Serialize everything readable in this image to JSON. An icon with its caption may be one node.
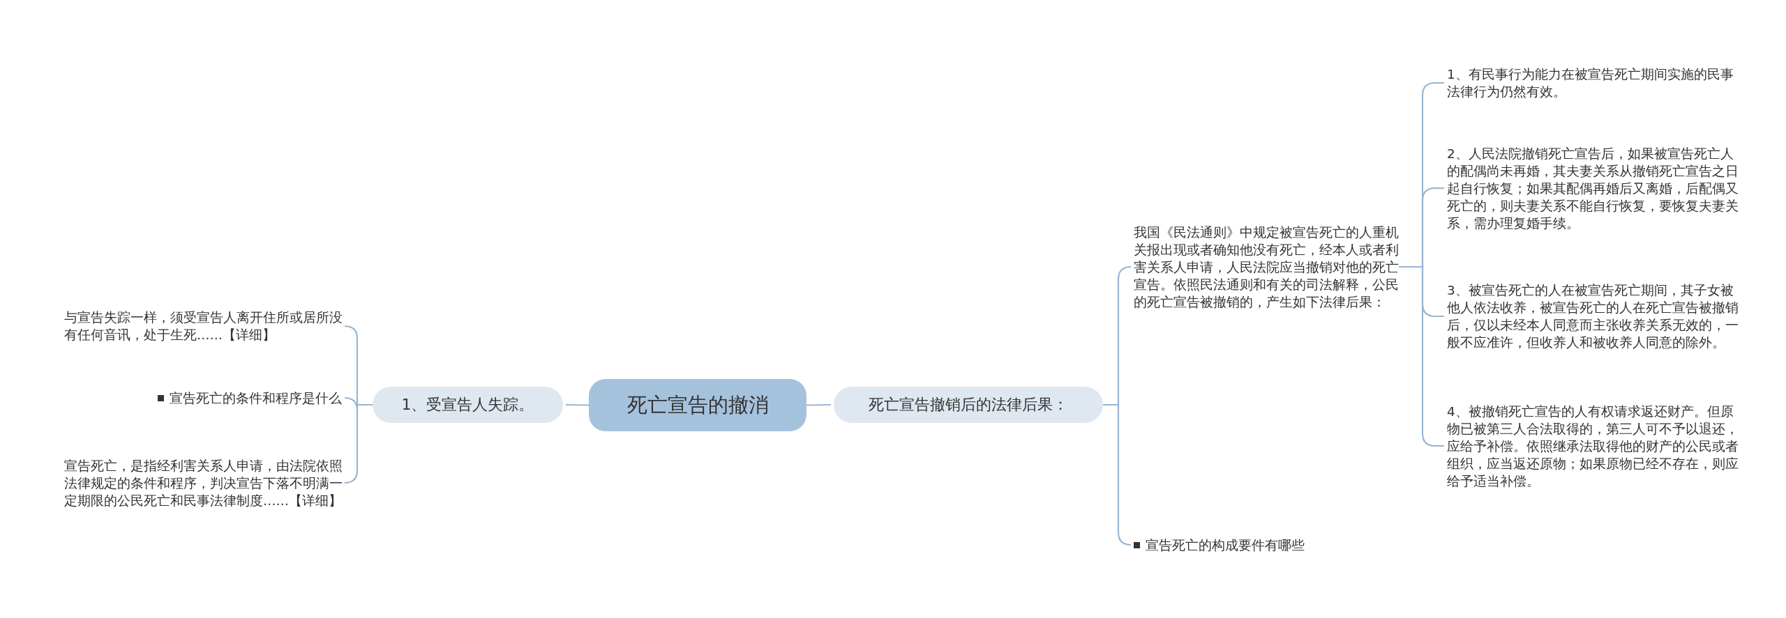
{
  "diagram": {
    "nodes": [
      {
        "text": [
          "死亡宣告的撤消"
        ]
      },
      {
        "text": [
          "1、受宣告人失踪。"
        ]
      },
      {
        "text": [
          "与宣告失踪一样，须受宣告人离开住所或居所没有任何音讯，处于生死……【详细】"
        ]
      },
      {
        "text": [
          "宣告死亡的条件和程序是什么"
        ]
      },
      {
        "text": [
          "宣告死亡，是指经利害关系人申请，由法院依照法律规定的条件和程序，判决宣告下落不明满一定期限的公民死亡和民事法律制度……【详细】"
        ]
      },
      {
        "text": [
          "死亡宣告撤销后的法律后果："
        ]
      },
      {
        "text": [
          "我国《民法通则》中规定被宣告死亡的人重机关报出现或者确知他没有死亡，经本人或者利害关系人申请，人民法院应当撤销对他的死亡宣告。依照民法通则和有关的司法解释，公民的死亡宣告被撤销的，产生如下法律后果："
        ]
      },
      {
        "text": [
          "1、有民事行为能力在被宣告死亡期间实施的民事法律行为仍然有效。"
        ]
      },
      {
        "text": [
          "2、人民法院撤销死亡宣告后，如果被宣告死亡人的配偶尚未再婚，其夫妻关系从撤销死亡宣告之日起自行恢复；如果其配偶再婚后又离婚，后配偶又死亡的，则夫妻关系不能自行恢复，要恢复夫妻关系，需办理复婚手续。"
        ]
      },
      {
        "text": [
          "3、被宣告死亡的人在被宣告死亡期间，其子女被他人依法收养，被宣告死亡的人在死亡宣告被撤销后，仅以未经本人同意而主张收养关系无效的，一般不应准许，但收养人和被收养人同意的除外。"
        ]
      },
      {
        "text": [
          "4、被撤销死亡宣告的人有权请求返还财产。但原物已被第三人合法取得的，第三人可不予以退还，应给予补偿。依照继承法取得他的财产的公民或者组织，应当返还原物；如果原物已经不存在，则应给予适当补偿。"
        ]
      },
      {
        "text": [
          "宣告死亡的构成要件有哪些"
        ]
      }
    ],
    "edges": [
      {
        "from": 0,
        "to": 1,
        "arrow": "none"
      },
      {
        "from": 1,
        "to": 2,
        "arrow": "none"
      },
      {
        "from": 1,
        "to": 3,
        "arrow": "none"
      },
      {
        "from": 1,
        "to": 4,
        "arrow": "none"
      },
      {
        "from": 0,
        "to": 5,
        "arrow": "none"
      },
      {
        "from": 5,
        "to": 6,
        "arrow": "none"
      },
      {
        "from": 5,
        "to": 11,
        "arrow": "none"
      },
      {
        "from": 6,
        "to": 7,
        "arrow": "none"
      },
      {
        "from": 6,
        "to": 8,
        "arrow": "none"
      },
      {
        "from": 6,
        "to": 9,
        "arrow": "none"
      },
      {
        "from": 6,
        "to": 10,
        "arrow": "none"
      }
    ]
  }
}
